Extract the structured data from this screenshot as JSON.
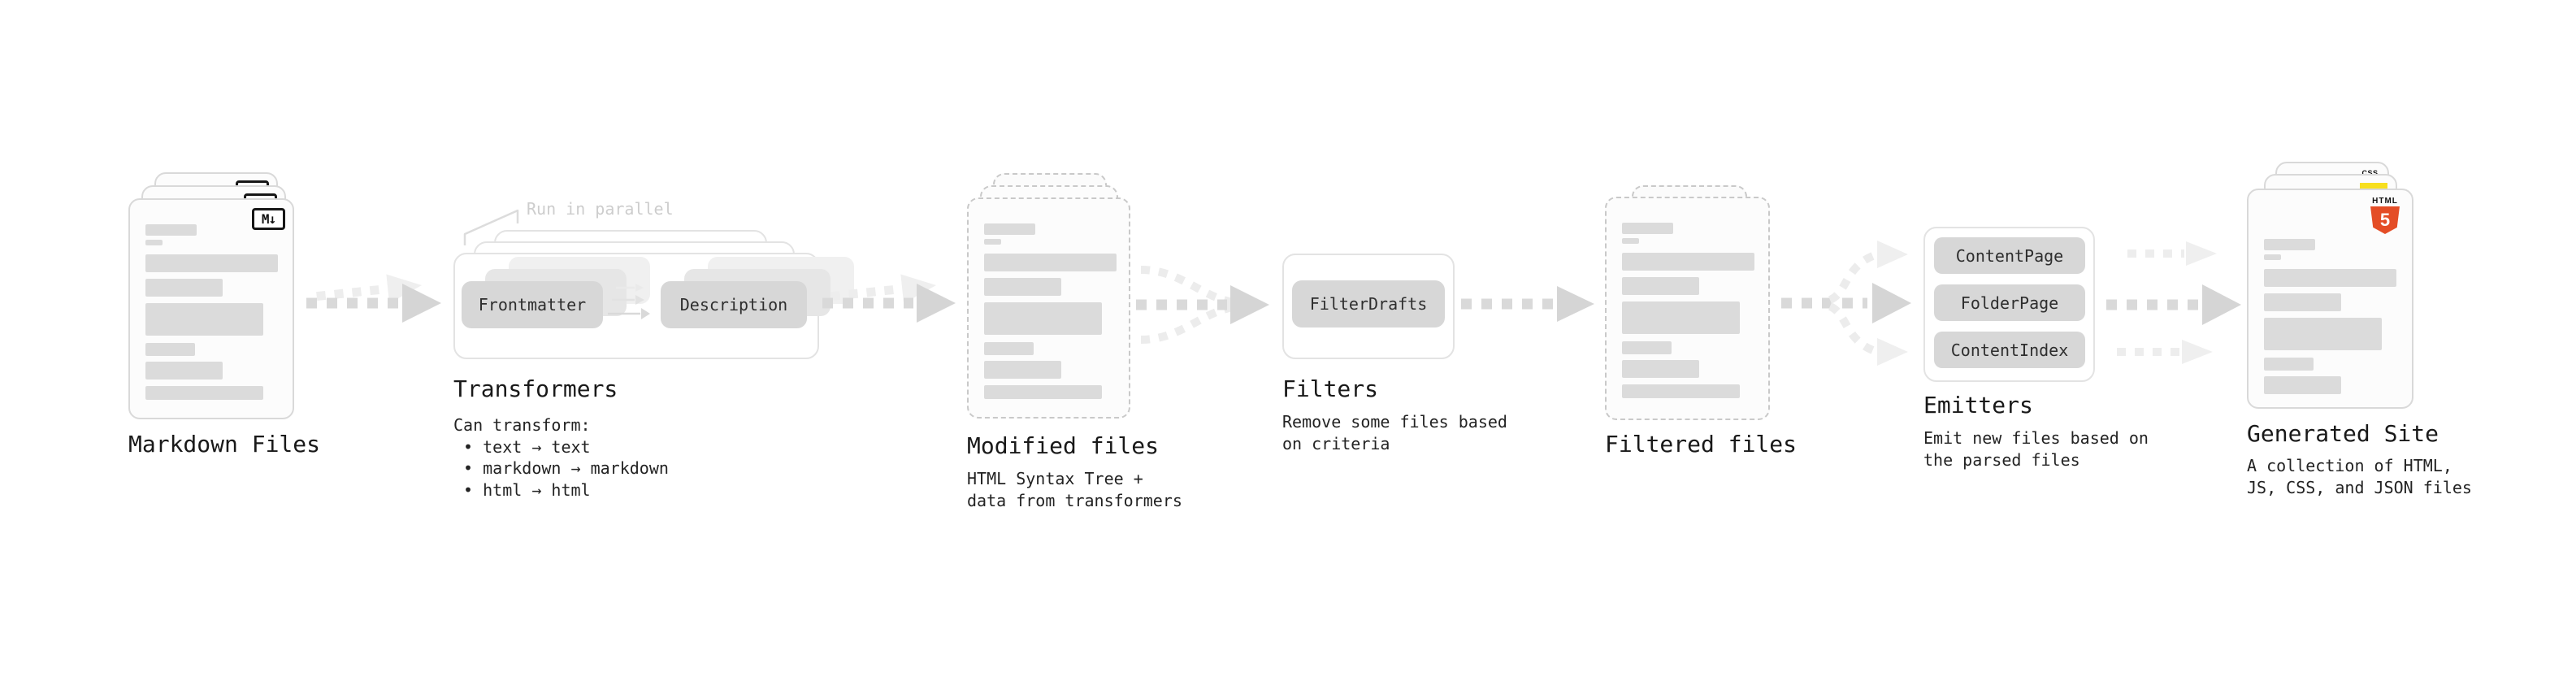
{
  "stages": {
    "markdown": {
      "label": "Markdown Files"
    },
    "transformers": {
      "label": "Transformers",
      "note": "Run in parallel",
      "pill_from": "Frontmatter",
      "pill_to": "Description",
      "sub": [
        "Can transform:",
        " • text → text",
        " • markdown → markdown",
        " • html → html"
      ]
    },
    "modified": {
      "label": "Modified files",
      "sub": [
        "HTML Syntax Tree +",
        "data from transformers"
      ]
    },
    "filters": {
      "label": "Filters",
      "pill": "FilterDrafts",
      "sub": [
        "Remove some files based",
        "on criteria"
      ]
    },
    "filtered": {
      "label": "Filtered files"
    },
    "emitters": {
      "label": "Emitters",
      "pills": [
        "ContentPage",
        "FolderPage",
        "ContentIndex"
      ],
      "sub": [
        "Emit new files based on",
        "the parsed files"
      ]
    },
    "generated": {
      "label": "Generated Site",
      "sub": [
        "A collection of HTML,",
        "JS, CSS, and JSON files"
      ]
    }
  },
  "badges": {
    "markdown": "M↓",
    "html5_word": "HTML",
    "html5_numeral": "5",
    "css": "CSS"
  },
  "colors": {
    "arrow_main": "#d7d7d7",
    "arrow_light": "#ededed",
    "pill_fill": "#d7d7d7",
    "doc_border": "#d9d9d9",
    "html5_orange": "#e44d26",
    "js_yellow": "#f7df1e",
    "css_blue": "#2d6cdf",
    "note_gray": "#cdcdcd",
    "text_dark": "#1c1c1c"
  }
}
